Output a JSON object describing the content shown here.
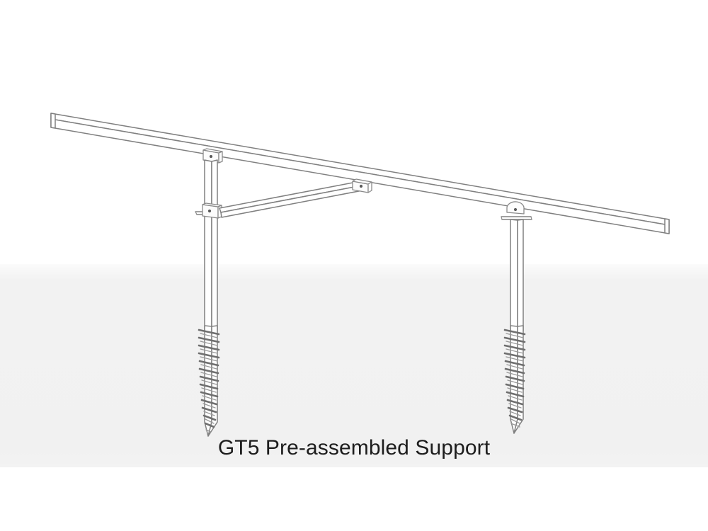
{
  "figure": {
    "caption": "GT5 Pre-assembled Support",
    "subject": "ground-screw-mounted solar purlin support assembly",
    "background_color": "#ffffff",
    "ground_band_color": "#f1f1f1",
    "line_color": "#808080",
    "caption_color": "#1d1d1d"
  },
  "parts": {
    "purlin_rail": {
      "name": "Top rail / purlin",
      "label": "purlin-rail"
    },
    "left_post": {
      "name": "Left vertical post",
      "label": "left-post"
    },
    "right_post": {
      "name": "Right vertical post",
      "label": "right-post"
    },
    "diagonal_brace": {
      "name": "Diagonal brace",
      "label": "diagonal-brace"
    },
    "left_ground_screw": {
      "name": "Left ground screw helix",
      "label": "left-ground-screw"
    },
    "right_ground_screw": {
      "name": "Right ground screw helix",
      "label": "right-ground-screw"
    },
    "brackets": {
      "name": "Bolted connection brackets",
      "count": "4"
    }
  },
  "ground_line": {
    "label": "ground-level-line",
    "y": "373"
  }
}
